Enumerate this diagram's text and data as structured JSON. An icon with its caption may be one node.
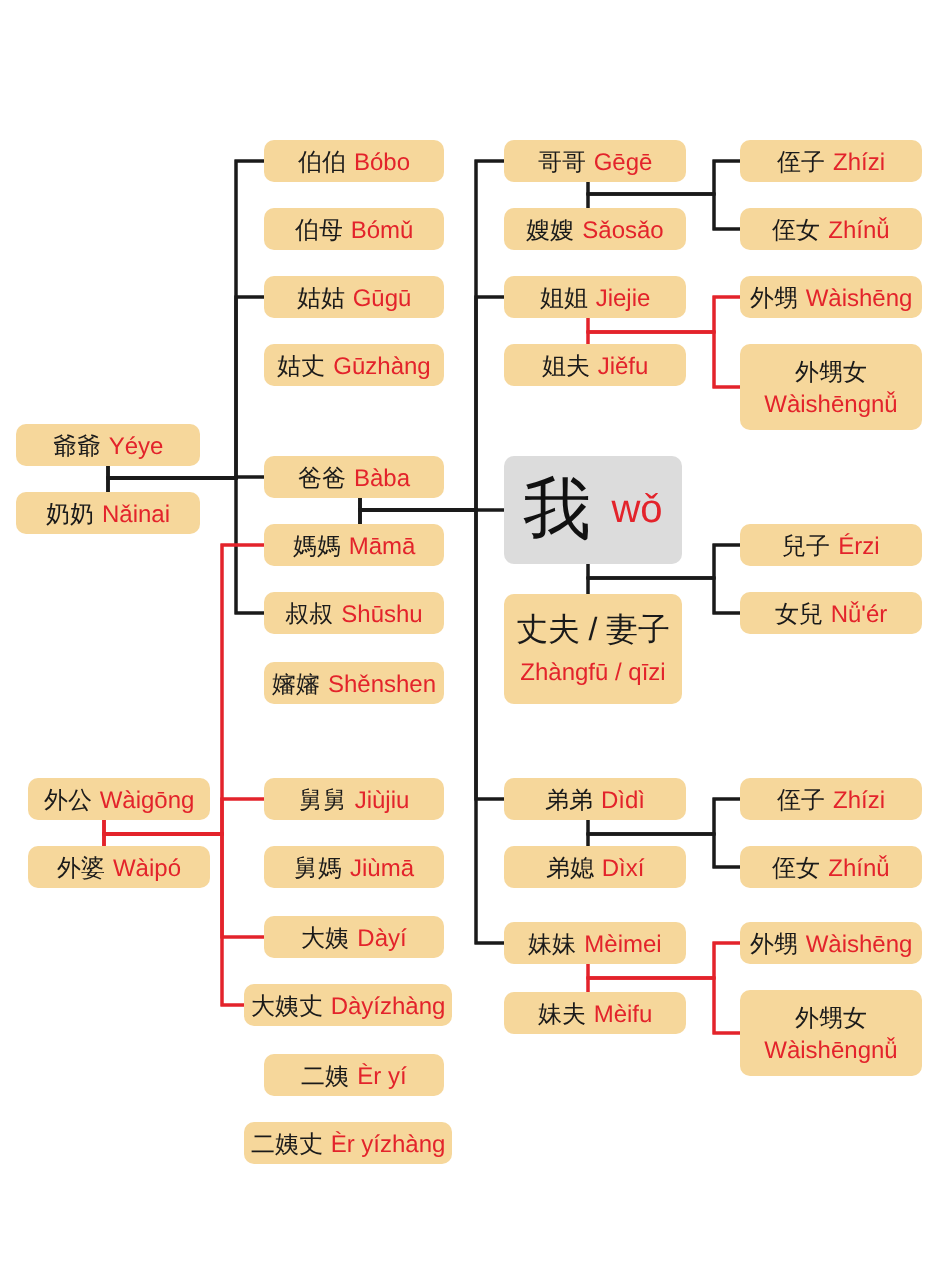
{
  "diagram": {
    "nodes": [
      {
        "text": [
          "爺爺",
          "Yéye"
        ]
      },
      {
        "text": [
          "奶奶",
          "Nǎinai"
        ]
      },
      {
        "text": [
          "外公",
          "Wàigōng"
        ]
      },
      {
        "text": [
          "外婆",
          "Wàipó"
        ]
      },
      {
        "text": [
          "伯伯",
          "Bóbo"
        ]
      },
      {
        "text": [
          "伯母",
          "Bómǔ"
        ]
      },
      {
        "text": [
          "姑姑",
          "Gūgū"
        ]
      },
      {
        "text": [
          "姑丈",
          "Gūzhàng"
        ]
      },
      {
        "text": [
          "爸爸",
          "Bàba"
        ]
      },
      {
        "text": [
          "媽媽",
          "Māmā"
        ]
      },
      {
        "text": [
          "叔叔",
          "Shūshu"
        ]
      },
      {
        "text": [
          "嬸嬸",
          "Shěnshen"
        ]
      },
      {
        "text": [
          "舅舅",
          "Jiùjiu"
        ]
      },
      {
        "text": [
          "舅媽",
          "Jiùmā"
        ]
      },
      {
        "text": [
          "大姨",
          "Dàyí"
        ]
      },
      {
        "text": [
          "大姨丈",
          "Dàyízhàng"
        ]
      },
      {
        "text": [
          "二姨",
          "Èr yí"
        ]
      },
      {
        "text": [
          "二姨丈",
          "Èr yízhàng"
        ]
      },
      {
        "text": [
          "哥哥",
          "Gēgē"
        ]
      },
      {
        "text": [
          "嫂嫂",
          "Sǎosǎo"
        ]
      },
      {
        "text": [
          "姐姐",
          "Jiejie"
        ]
      },
      {
        "text": [
          "姐夫",
          "Jiěfu"
        ]
      },
      {
        "text": [
          "我",
          "wǒ"
        ]
      },
      {
        "text": [
          "丈夫 / 妻子",
          "Zhàngfū / qīzi"
        ]
      },
      {
        "text": [
          "弟弟",
          "Dìdì"
        ]
      },
      {
        "text": [
          "弟媳",
          "Dìxí"
        ]
      },
      {
        "text": [
          "妹妹",
          "Mèimei"
        ]
      },
      {
        "text": [
          "妹夫",
          "Mèifu"
        ]
      },
      {
        "text": [
          "侄子",
          "Zhízi"
        ]
      },
      {
        "text": [
          "侄女",
          "Zhínǚ"
        ]
      },
      {
        "text": [
          "外甥",
          "Wàishēng"
        ]
      },
      {
        "text": [
          "外甥女",
          "Wàishēngnǚ"
        ]
      },
      {
        "text": [
          "兒子",
          "Érzi"
        ]
      },
      {
        "text": [
          "女兒",
          "Nǚ'ér"
        ]
      },
      {
        "text": [
          "侄子",
          "Zhízi"
        ]
      },
      {
        "text": [
          "侄女",
          "Zhínǚ"
        ]
      },
      {
        "text": [
          "外甥",
          "Wàishēng"
        ]
      },
      {
        "text": [
          "外甥女",
          "Wàishēngnǚ"
        ]
      }
    ],
    "edges": [
      {
        "from": 0,
        "to": 4,
        "arrow": "none"
      },
      {
        "from": 0,
        "to": 6,
        "arrow": "none"
      },
      {
        "from": 0,
        "to": 8,
        "arrow": "none"
      },
      {
        "from": 0,
        "to": 10,
        "arrow": "none"
      },
      {
        "from": 1,
        "to": 4,
        "arrow": "none"
      },
      {
        "from": 1,
        "to": 6,
        "arrow": "none"
      },
      {
        "from": 1,
        "to": 8,
        "arrow": "none"
      },
      {
        "from": 1,
        "to": 10,
        "arrow": "none"
      },
      {
        "from": 2,
        "to": 9,
        "arrow": "none",
        "color": "#e3232b"
      },
      {
        "from": 2,
        "to": 12,
        "arrow": "none",
        "color": "#e3232b"
      },
      {
        "from": 2,
        "to": 14,
        "arrow": "none",
        "color": "#e3232b"
      },
      {
        "from": 2,
        "to": 15,
        "arrow": "none",
        "color": "#e3232b"
      },
      {
        "from": 3,
        "to": 9,
        "arrow": "none",
        "color": "#e3232b"
      },
      {
        "from": 3,
        "to": 12,
        "arrow": "none",
        "color": "#e3232b"
      },
      {
        "from": 3,
        "to": 14,
        "arrow": "none",
        "color": "#e3232b"
      },
      {
        "from": 3,
        "to": 15,
        "arrow": "none",
        "color": "#e3232b"
      },
      {
        "from": 8,
        "to": 18,
        "arrow": "none"
      },
      {
        "from": 8,
        "to": 20,
        "arrow": "none"
      },
      {
        "from": 8,
        "to": 22,
        "arrow": "none"
      },
      {
        "from": 8,
        "to": 24,
        "arrow": "none"
      },
      {
        "from": 8,
        "to": 26,
        "arrow": "none"
      },
      {
        "from": 9,
        "to": 18,
        "arrow": "none"
      },
      {
        "from": 9,
        "to": 20,
        "arrow": "none"
      },
      {
        "from": 9,
        "to": 22,
        "arrow": "none"
      },
      {
        "from": 9,
        "to": 24,
        "arrow": "none"
      },
      {
        "from": 9,
        "to": 26,
        "arrow": "none"
      },
      {
        "from": 18,
        "to": 28,
        "arrow": "none"
      },
      {
        "from": 18,
        "to": 29,
        "arrow": "none"
      },
      {
        "from": 19,
        "to": 28,
        "arrow": "none"
      },
      {
        "from": 19,
        "to": 29,
        "arrow": "none"
      },
      {
        "from": 20,
        "to": 30,
        "arrow": "none",
        "color": "#e3232b"
      },
      {
        "from": 20,
        "to": 31,
        "arrow": "none",
        "color": "#e3232b"
      },
      {
        "from": 21,
        "to": 30,
        "arrow": "none",
        "color": "#e3232b"
      },
      {
        "from": 21,
        "to": 31,
        "arrow": "none",
        "color": "#e3232b"
      },
      {
        "from": 22,
        "to": 32,
        "arrow": "none"
      },
      {
        "from": 22,
        "to": 33,
        "arrow": "none"
      },
      {
        "from": 23,
        "to": 32,
        "arrow": "none"
      },
      {
        "from": 23,
        "to": 33,
        "arrow": "none"
      },
      {
        "from": 24,
        "to": 34,
        "arrow": "none"
      },
      {
        "from": 24,
        "to": 35,
        "arrow": "none"
      },
      {
        "from": 25,
        "to": 34,
        "arrow": "none"
      },
      {
        "from": 25,
        "to": 35,
        "arrow": "none"
      },
      {
        "from": 26,
        "to": 36,
        "arrow": "none",
        "color": "#e3232b"
      },
      {
        "from": 26,
        "to": 37,
        "arrow": "none",
        "color": "#e3232b"
      },
      {
        "from": 27,
        "to": 36,
        "arrow": "none",
        "color": "#e3232b"
      },
      {
        "from": 27,
        "to": 37,
        "arrow": "none",
        "color": "#e3232b"
      }
    ]
  }
}
